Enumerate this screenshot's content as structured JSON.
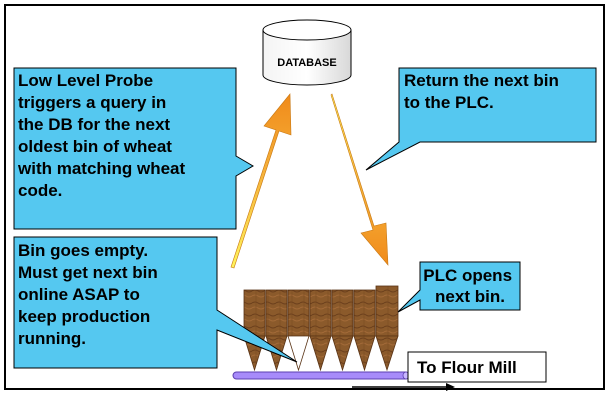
{
  "database": {
    "label": "DATABASE"
  },
  "callouts": {
    "low_level_probe": [
      "Low Level Probe",
      "triggers a query in",
      "the DB for the next",
      "oldest bin of wheat",
      "with matching wheat",
      "code."
    ],
    "return_bin": [
      "Return the next bin",
      "to the PLC."
    ],
    "bin_empty": [
      "Bin goes empty.",
      "Must get next bin",
      "online ASAP to",
      "keep production",
      "running."
    ],
    "plc_opens": [
      "PLC opens",
      "next bin."
    ]
  },
  "output": {
    "label": "To Flour Mill"
  },
  "colors": {
    "callout_fill": "#55C8F0",
    "bin_wood": "#8B5A2B",
    "conveyor": "#A78BFA",
    "arrow_yellow": "#FFF45C",
    "arrow_orange": "#F08A1A"
  }
}
